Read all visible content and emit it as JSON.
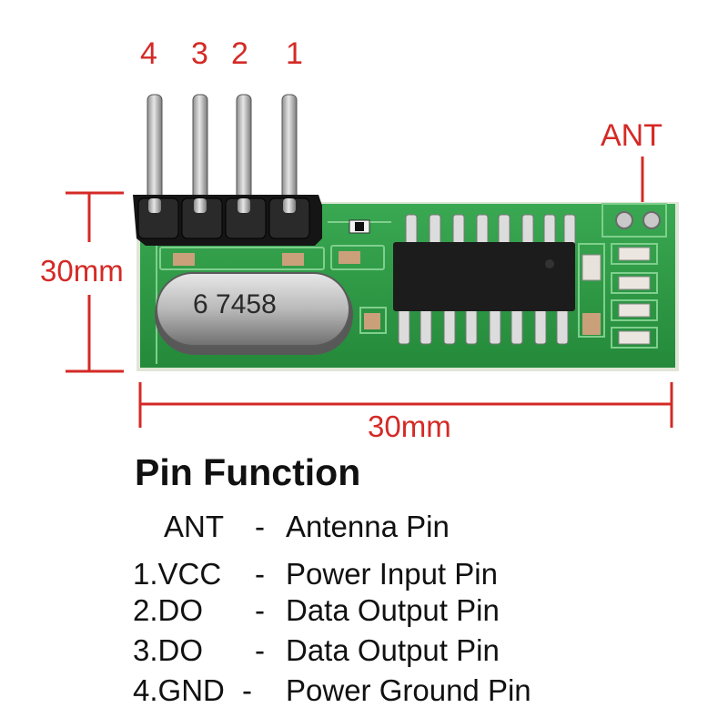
{
  "pin_numbers": [
    "4",
    "3",
    "2",
    "1"
  ],
  "antenna_label": "ANT",
  "crystal_text": "6 7458",
  "dimensions": {
    "height_label": "30mm",
    "width_label": "30mm"
  },
  "pin_function": {
    "title": "Pin Function",
    "rows": [
      {
        "pin": "ANT",
        "sep": "-",
        "desc": "Antenna Pin"
      },
      {
        "pin": "1.VCC",
        "sep": "-",
        "desc": "Power Input Pin"
      },
      {
        "pin": "2.DO",
        "sep": "-",
        "desc": "Data Output Pin"
      },
      {
        "pin": "3.DO",
        "sep": "-",
        "desc": "Data Output Pin"
      },
      {
        "pin": "4.GND",
        "sep": "-",
        "desc": "Power Ground Pin"
      }
    ]
  },
  "colors": {
    "annotation": "#d42a26",
    "pcb": "#2f9a44",
    "chip": "#1c1c1c",
    "header": "#151515"
  }
}
